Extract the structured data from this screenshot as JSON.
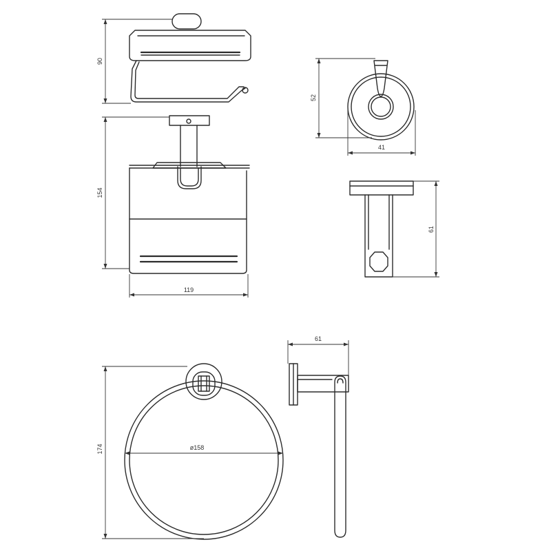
{
  "dimensions": {
    "paper_holder_depth": "90",
    "paper_holder_height": "154",
    "paper_holder_width": "119",
    "hook_height": "52",
    "hook_width": "41",
    "hook_depth": "61",
    "ring_depth": "61",
    "ring_height": "174",
    "ring_diameter": "ø158"
  },
  "colors": {
    "line": "#2b2b2b",
    "background": "#ffffff"
  }
}
